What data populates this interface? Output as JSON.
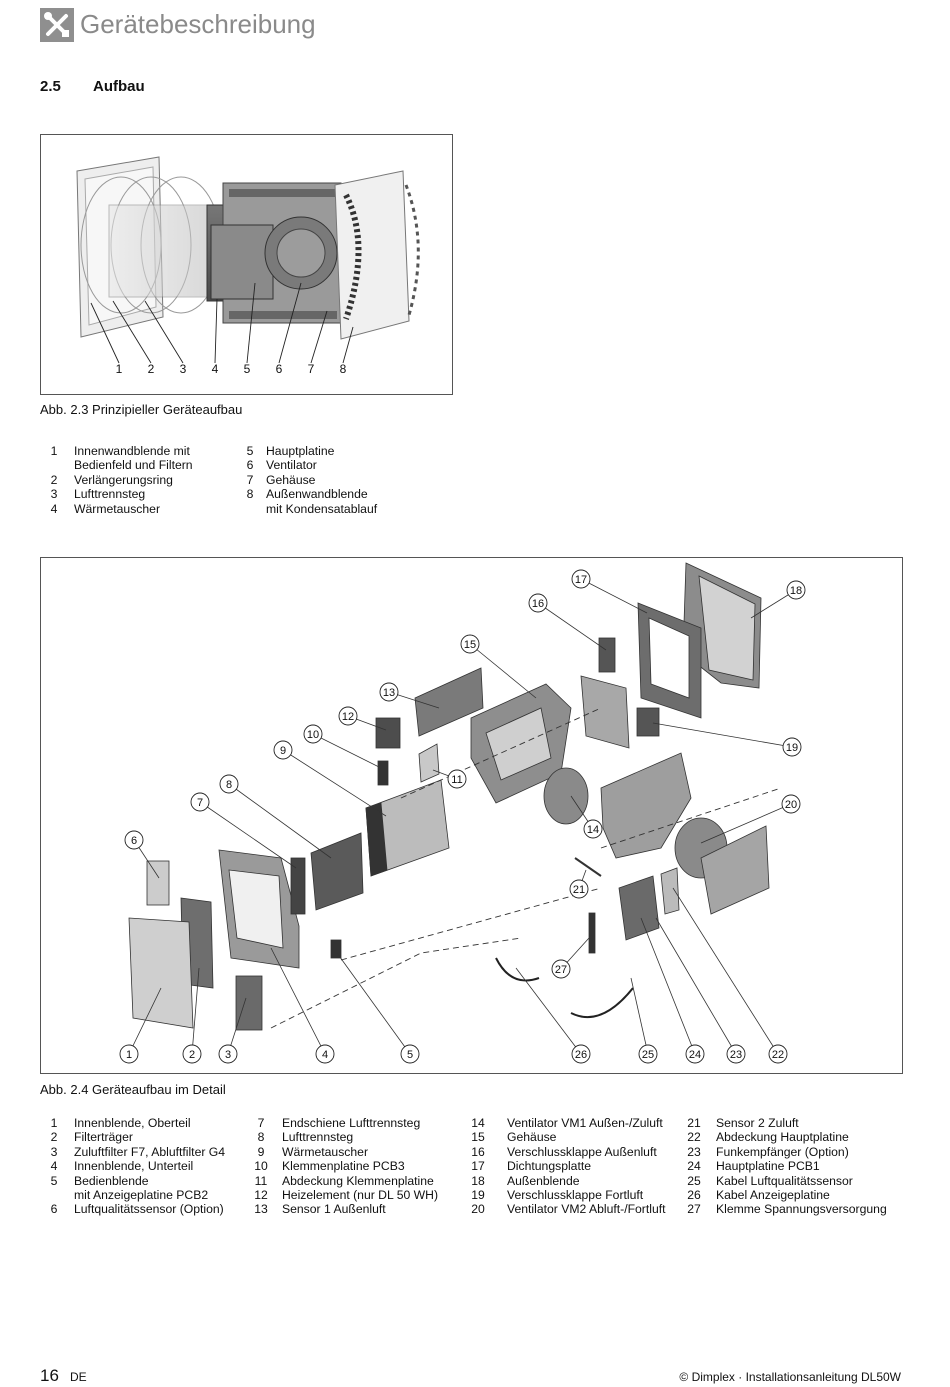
{
  "header": {
    "title": "Gerätebeschreibung",
    "icon": "tools-icon"
  },
  "section": {
    "number": "2.5",
    "title": "Aufbau"
  },
  "figure1": {
    "caption": "Abb. 2.3  Prinzipieller Geräteaufbau",
    "callouts": [
      "1",
      "2",
      "3",
      "4",
      "5",
      "6",
      "7",
      "8"
    ],
    "legend_left": [
      {
        "num": "1",
        "lines": [
          "Innenwandblende mit",
          "Bedienfeld und Filtern"
        ]
      },
      {
        "num": "2",
        "lines": [
          "Verlängerungsring"
        ]
      },
      {
        "num": "3",
        "lines": [
          "Lufttrennsteg"
        ]
      },
      {
        "num": "4",
        "lines": [
          "Wärmetauscher"
        ]
      }
    ],
    "legend_right": [
      {
        "num": "5",
        "lines": [
          "Hauptplatine"
        ]
      },
      {
        "num": "6",
        "lines": [
          "Ventilator"
        ]
      },
      {
        "num": "7",
        "lines": [
          "Gehäuse"
        ]
      },
      {
        "num": "8",
        "lines": [
          "Außenwandblende",
          "mit Kondensatablauf"
        ]
      }
    ]
  },
  "figure2": {
    "caption": "Abb. 2.4  Geräteaufbau im Detail",
    "callouts": [
      "1",
      "2",
      "3",
      "4",
      "5",
      "6",
      "7",
      "8",
      "9",
      "10",
      "11",
      "12",
      "13",
      "14",
      "15",
      "16",
      "17",
      "18",
      "19",
      "20",
      "21",
      "22",
      "23",
      "24",
      "25",
      "26",
      "27"
    ],
    "legend_columns": [
      [
        {
          "num": "1",
          "lines": [
            "Innenblende, Oberteil"
          ]
        },
        {
          "num": "2",
          "lines": [
            "Filterträger"
          ]
        },
        {
          "num": "3",
          "lines": [
            "Zuluftfilter F7, Abluftfilter G4"
          ]
        },
        {
          "num": "4",
          "lines": [
            "Innenblende, Unterteil"
          ]
        },
        {
          "num": "5",
          "lines": [
            "Bedienblende",
            "mit Anzeigeplatine PCB2"
          ]
        },
        {
          "num": "6",
          "lines": [
            "Luftqualitätssensor (Option)"
          ]
        }
      ],
      [
        {
          "num": "7",
          "lines": [
            "Endschiene Lufttrennsteg"
          ]
        },
        {
          "num": "8",
          "lines": [
            "Lufttrennsteg"
          ]
        },
        {
          "num": "9",
          "lines": [
            "Wärmetauscher"
          ]
        },
        {
          "num": "10",
          "lines": [
            "Klemmenplatine PCB3"
          ]
        },
        {
          "num": "11",
          "lines": [
            "Abdeckung Klemmenplatine"
          ]
        },
        {
          "num": "12",
          "lines": [
            "Heizelement (nur DL 50 WH)"
          ]
        },
        {
          "num": "13",
          "lines": [
            "Sensor 1 Außenluft"
          ]
        }
      ],
      [
        {
          "num": "14",
          "lines": [
            "Ventilator VM1 Außen-/Zuluft"
          ]
        },
        {
          "num": "15",
          "lines": [
            "Gehäuse"
          ]
        },
        {
          "num": "16",
          "lines": [
            "Verschlussklappe Außenluft"
          ]
        },
        {
          "num": "17",
          "lines": [
            "Dichtungsplatte"
          ]
        },
        {
          "num": "18",
          "lines": [
            "Außenblende"
          ]
        },
        {
          "num": "19",
          "lines": [
            "Verschlussklappe Fortluft"
          ]
        },
        {
          "num": "20",
          "lines": [
            "Ventilator VM2 Abluft-/Fortluft"
          ]
        }
      ],
      [
        {
          "num": "21",
          "lines": [
            "Sensor 2 Zuluft"
          ]
        },
        {
          "num": "22",
          "lines": [
            "Abdeckung Hauptplatine"
          ]
        },
        {
          "num": "23",
          "lines": [
            "Funkempfänger (Option)"
          ]
        },
        {
          "num": "24",
          "lines": [
            "Hauptplatine PCB1"
          ]
        },
        {
          "num": "25",
          "lines": [
            "Kabel Luftqualitätssensor"
          ]
        },
        {
          "num": "26",
          "lines": [
            "Kabel Anzeigeplatine"
          ]
        },
        {
          "num": "27",
          "lines": [
            "Klemme Spannungsversorgung"
          ]
        }
      ]
    ]
  },
  "footer": {
    "page": "16",
    "lang": "DE",
    "copyright": "© Dimplex · Installationsanleitung DL50W"
  }
}
